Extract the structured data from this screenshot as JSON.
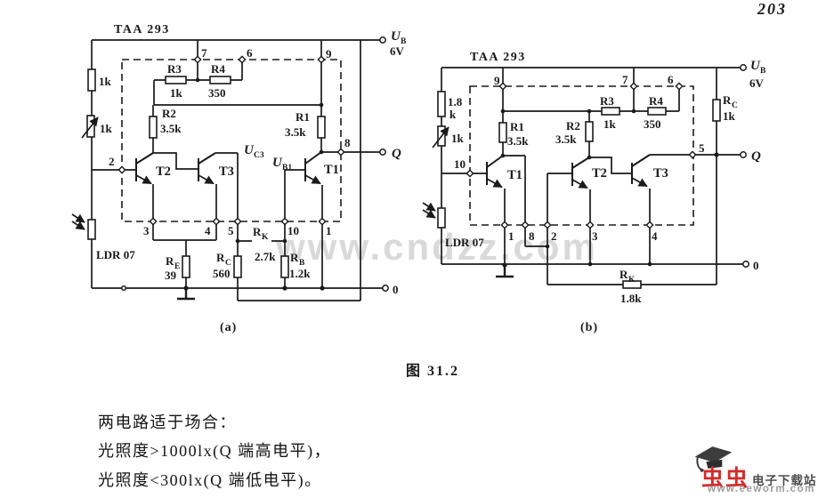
{
  "colors": {
    "ink": "#1a1a1a",
    "paper": "#ffffff",
    "watermark": "#d9d9d9",
    "logo_red": "#d32b2b",
    "logo_gray": "#4d4d4d",
    "url_gray": "#9c9c9c"
  },
  "page": {
    "number": "203",
    "figure_caption": "图 31.2",
    "lines": [
      "两电路适于场合：",
      "光照度>1000lx(Q 端高电平)，",
      "光照度<300lx(Q 端低电平)。"
    ]
  },
  "wm": {
    "center": "www.cndzz.com",
    "brand": "虫虫",
    "site": "电子下载站",
    "url": "www.eeworm.com"
  },
  "a": {
    "ic": "TAA 293",
    "cap": "(a)",
    "u": "U",
    "u_sub": "B",
    "v": "6V",
    "q": "Q",
    "zero": "0",
    "r_series": "1k",
    "r_pot": "1k",
    "ldr": "LDR 07",
    "r3": "R3",
    "r3v": "1k",
    "r4": "R4",
    "r4v": "350",
    "r2": "R2",
    "r2v": "3.5k",
    "r1": "R1",
    "r1v": "3.5k",
    "re": "R",
    "re_sub": "E",
    "rev": "39",
    "rc": "R",
    "rc_sub": "C",
    "rcv": "560",
    "rk": "R",
    "rk_sub": "K",
    "rkv": "2.7k",
    "rb": "R",
    "rb_sub": "B",
    "rbv": "1.2k",
    "t1": "T1",
    "t2": "T2",
    "t3": "T3",
    "uc": "U",
    "uc_sub": "C3",
    "ub": "U",
    "ub_sub": "B1",
    "p1": "1",
    "p2": "2",
    "p3": "3",
    "p4": "4",
    "p5": "5",
    "p6": "6",
    "p7": "7",
    "p8": "8",
    "p9": "9",
    "p10": "10"
  },
  "b": {
    "ic": "TAA 293",
    "cap": "(b)",
    "u": "U",
    "u_sub": "B",
    "v": "6V",
    "q": "Q",
    "zero": "0",
    "r18_l1": "1.8",
    "r18_l2": "k",
    "r_pot": "1k",
    "ldr": "LDR 07",
    "r1": "R1",
    "r1v": "3.5k",
    "r2": "R2",
    "r2v": "3.5k",
    "r3": "R3",
    "r3v": "1k",
    "r4": "R4",
    "r4v": "350",
    "rc": "R",
    "rc_sub": "C",
    "rcv": "1k",
    "rk": "R",
    "rk_sub": "K",
    "rkv": "1.8k",
    "t1": "T1",
    "t2": "T2",
    "t3": "T3",
    "p1": "1",
    "p2": "2",
    "p3": "3",
    "p4": "4",
    "p5": "5",
    "p6": "6",
    "p7": "7",
    "p8": "8",
    "p9": "9",
    "p10": "10"
  }
}
